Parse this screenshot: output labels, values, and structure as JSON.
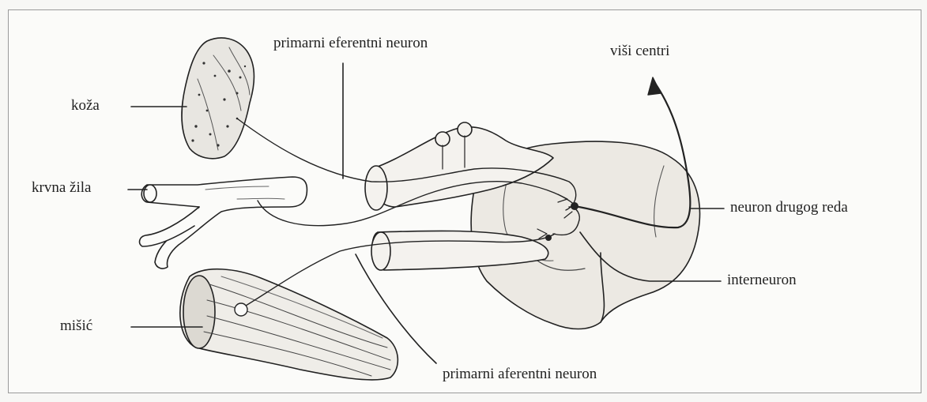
{
  "labels": {
    "koza": "koža",
    "krvna_zila": "krvna žila",
    "misic": "mišić",
    "primarni_eferentni": "primarni eferentni neuron",
    "visi_centri": "viši centri",
    "neuron_drugog_reda": "neuron drugog reda",
    "interneuron": "interneuron",
    "primarni_aferentni": "primarni aferentni neuron"
  }
}
